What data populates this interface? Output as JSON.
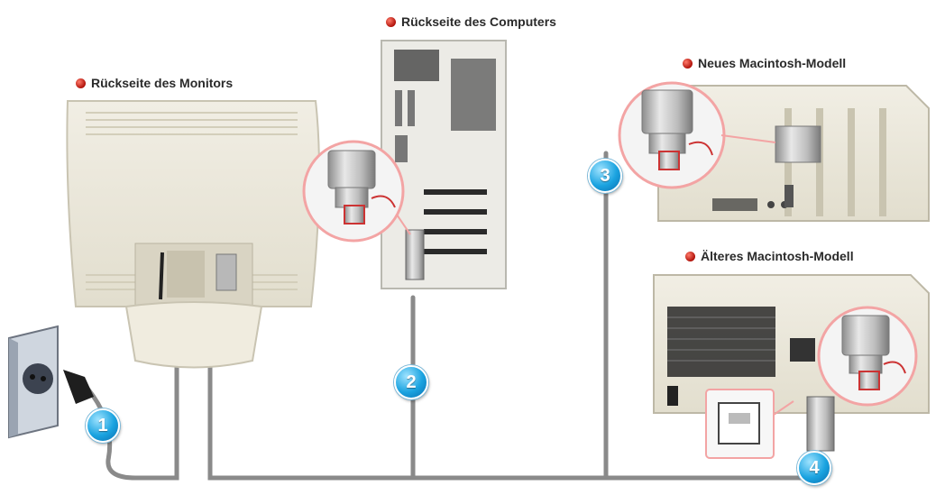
{
  "labels": {
    "computer_back": "Rückseite des Computers",
    "monitor_back": "Rückseite des Monitors",
    "new_mac": "Neues Macintosh-Modell",
    "old_mac": "Älteres Macintosh-Modell"
  },
  "steps": [
    "1",
    "2",
    "3",
    "4"
  ],
  "colors": {
    "label_dot": "#c0140c",
    "badge": "#1aa3e0",
    "cable": "#8a8a8a",
    "callout_ring": "#f3a4a4",
    "device_body": "#ece9dd"
  }
}
